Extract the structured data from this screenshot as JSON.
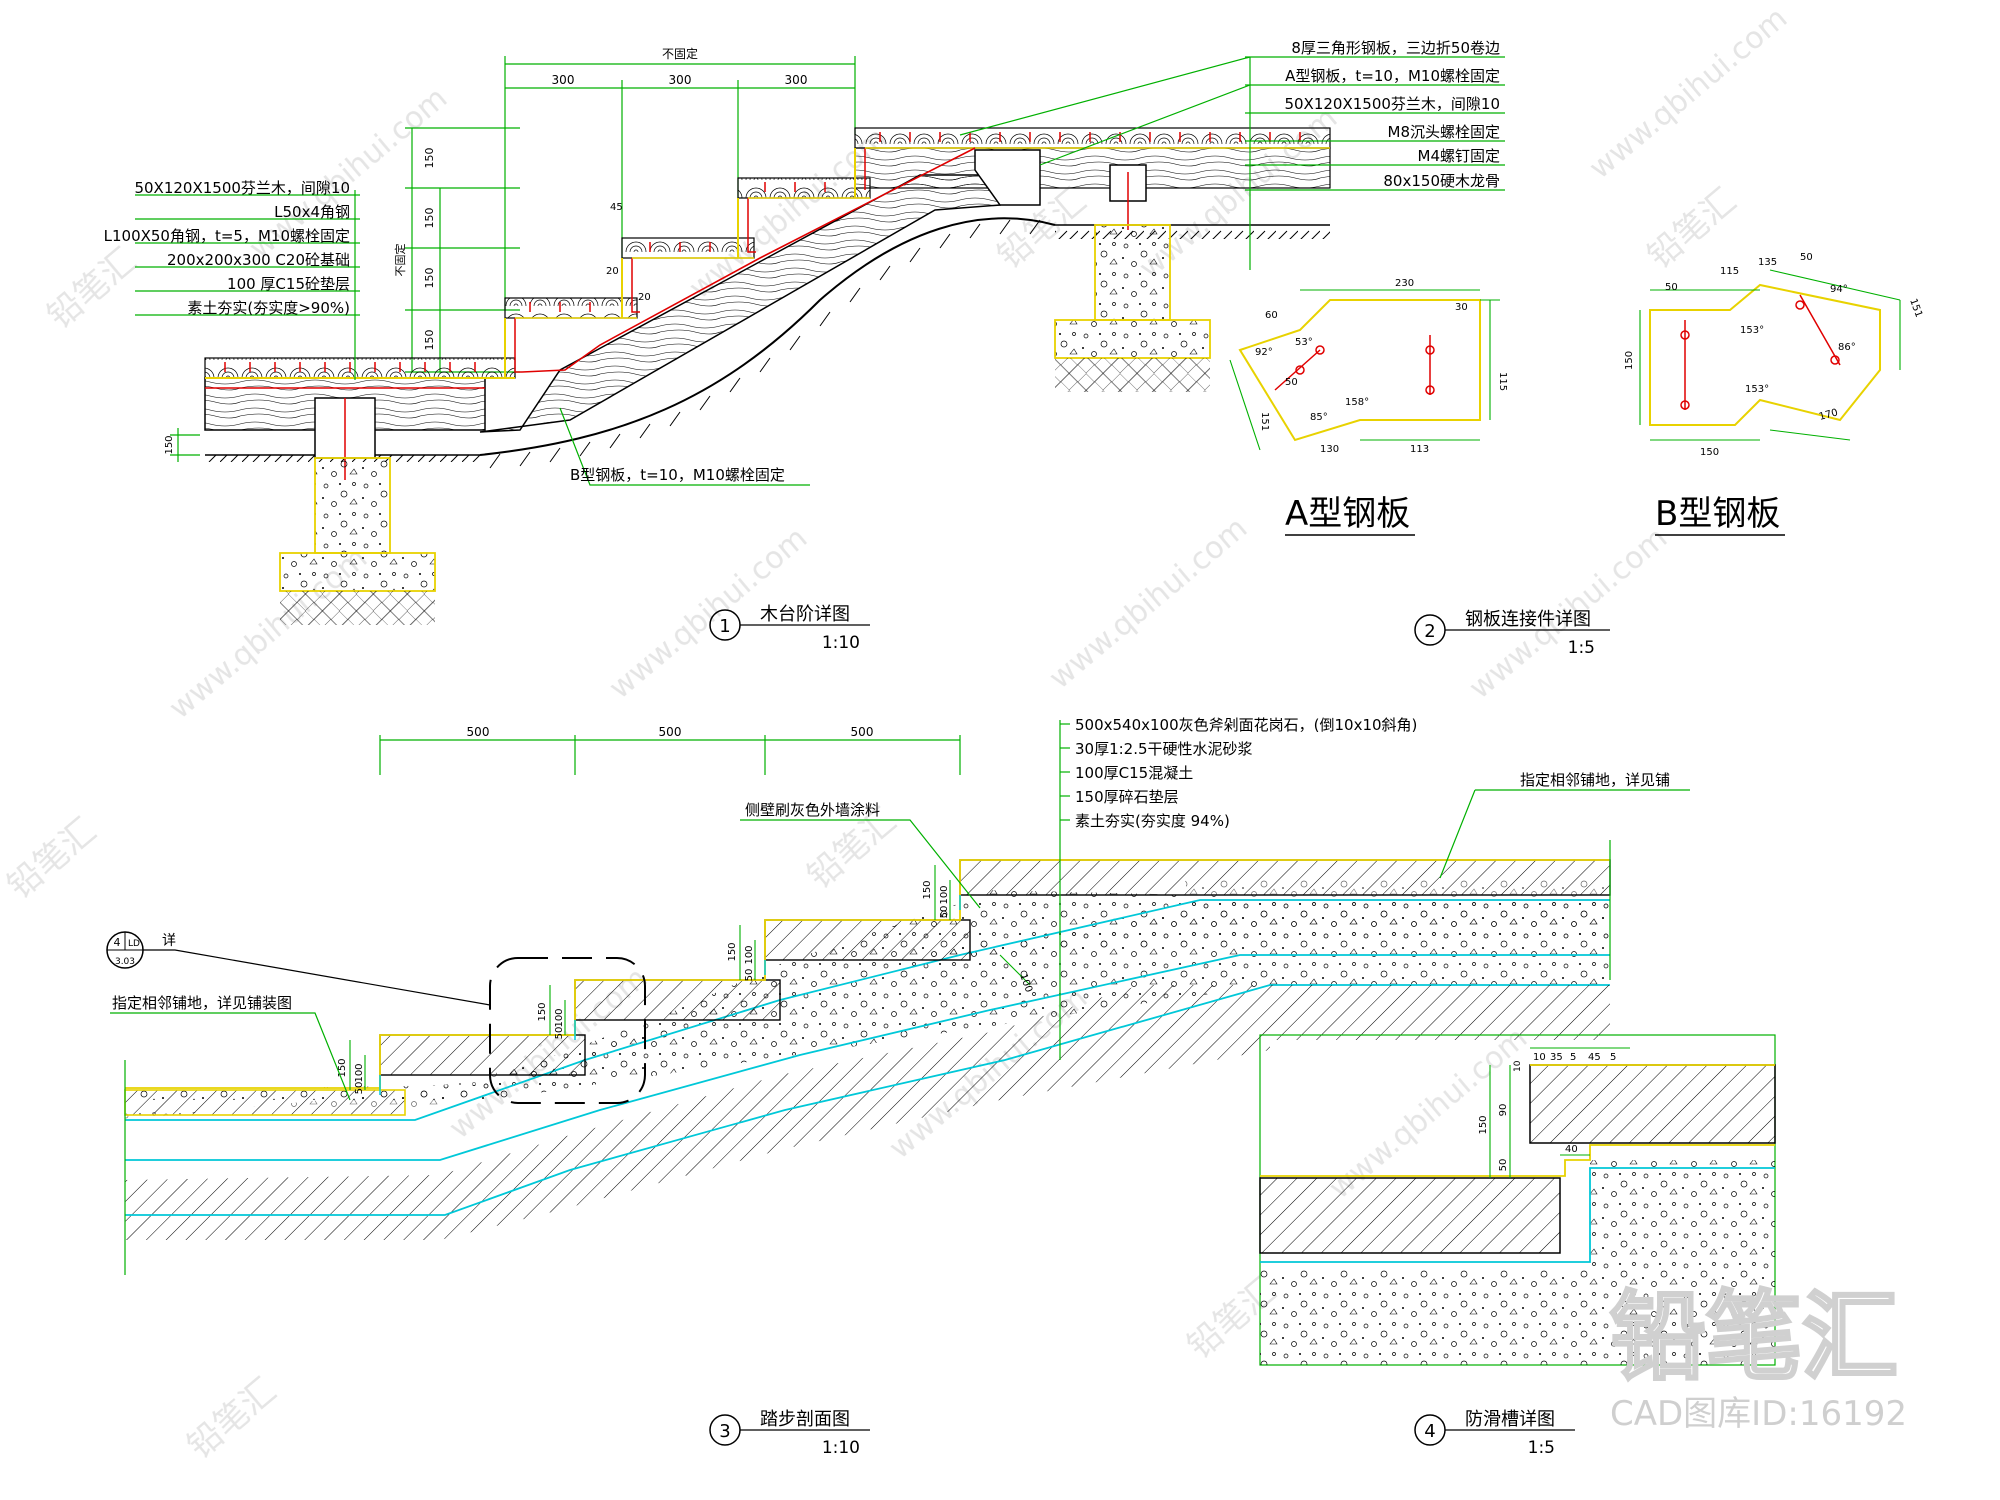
{
  "colors": {
    "line": "#000000",
    "dim": "#00b000",
    "accent_red": "#e00000",
    "accent_yellow": "#e8d200",
    "accent_cyan": "#00c8d8",
    "watermark": "#c8c8c8"
  },
  "dwg1": {
    "title": "木台阶详图",
    "number": "1",
    "scale": "1:10",
    "dims": {
      "top": "不固定",
      "d1": "300",
      "d2": "300",
      "d3": "300",
      "v1": "150",
      "v2": "150",
      "v3": "150",
      "v4": "150",
      "vside": "不固定",
      "base": "150",
      "d45": "45",
      "d20a": "20",
      "d20b": "20"
    },
    "left_notes": [
      "50X120X1500芬兰木，间隙10",
      "L50x4角钢",
      "L100X50角钢，t=5，M10螺栓固定",
      "200x200x300 C20砼基础",
      "100 厚C15砼垫层",
      "素土夯实(夯实度>90%)"
    ],
    "right_notes": [
      "8厚三角形钢板，三边折50卷边",
      "A型钢板，t=10，M10螺栓固定",
      "50X120X1500芬兰木，间隙10",
      "M8沉头螺栓固定",
      "M4螺钉固定",
      "80x150硬木龙骨"
    ],
    "bottom_note": "B型钢板，t=10，M10螺栓固定"
  },
  "dwg2": {
    "title": "钢板连接件详图",
    "number": "2",
    "scale": "1:5",
    "plate_a": {
      "label": "A型钢板",
      "dims": [
        "60",
        "230",
        "30",
        "92°",
        "53°",
        "115",
        "50",
        "158°",
        "151",
        "85°",
        "130",
        "113"
      ]
    },
    "plate_b": {
      "label": "B型钢板",
      "dims": [
        "50",
        "115",
        "135",
        "50",
        "94°",
        "151",
        "153°",
        "150",
        "86°",
        "153°",
        "170",
        "150"
      ]
    }
  },
  "dwg3": {
    "title": "踏步剖面图",
    "number": "3",
    "scale": "1:10",
    "dims": {
      "d1": "500",
      "d2": "500",
      "d3": "500",
      "r150": "150",
      "r100": "100",
      "r50": "50",
      "slope": "100"
    },
    "notes": [
      "500x540x100灰色斧剁面花岗石，(倒10x10斜角)",
      "30厚1:2.5干硬性水泥砂浆",
      "100厚C15混凝土",
      "150厚碎石垫层",
      "素土夯实(夯实度 94%)"
    ],
    "side_note": "侧壁刷灰色外墙涂料",
    "right_note": "指定相邻铺地，详见铺",
    "left_note": "指定相邻铺地，详见铺装图",
    "detail_ref": {
      "top": "4",
      "code": "LD",
      "bottom": "3.03",
      "label": "详"
    }
  },
  "dwg4": {
    "title": "防滑槽详图",
    "number": "4",
    "scale": "1:5",
    "dims": [
      "10",
      "35",
      "5",
      "45",
      "5",
      "10",
      "150",
      "90",
      "50",
      "40"
    ]
  },
  "watermark": {
    "brand": "铅笔汇",
    "url": "www.qbihui.com",
    "id": "CAD图库ID:16192"
  }
}
